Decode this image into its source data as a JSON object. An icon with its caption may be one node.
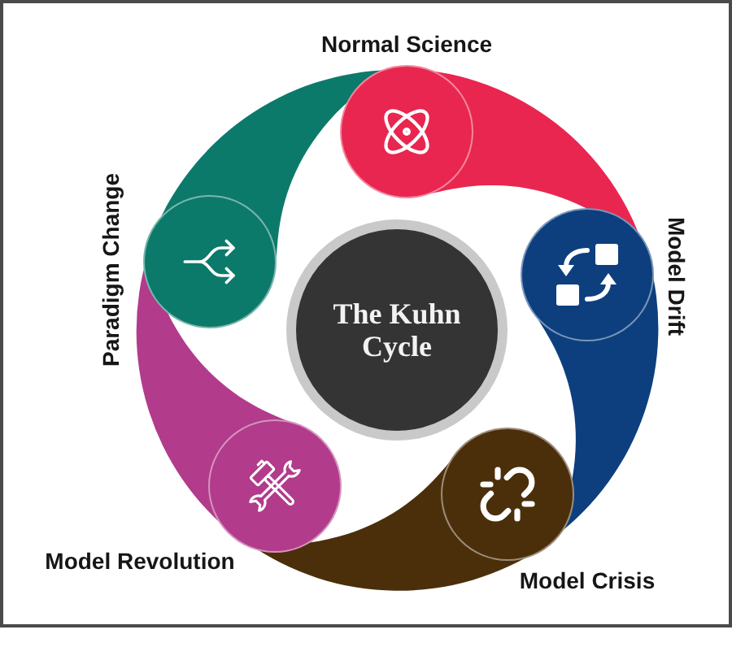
{
  "diagram": {
    "nodes": [
      {
        "text": [
          "The Kuhn Cycle"
        ]
      },
      {
        "text": [
          "Normal Science"
        ]
      },
      {
        "text": [
          "Model Drift"
        ]
      },
      {
        "text": [
          "Model Crisis"
        ]
      },
      {
        "text": [
          "Model Revolution"
        ]
      },
      {
        "text": [
          "Paradigm Change"
        ]
      }
    ]
  }
}
